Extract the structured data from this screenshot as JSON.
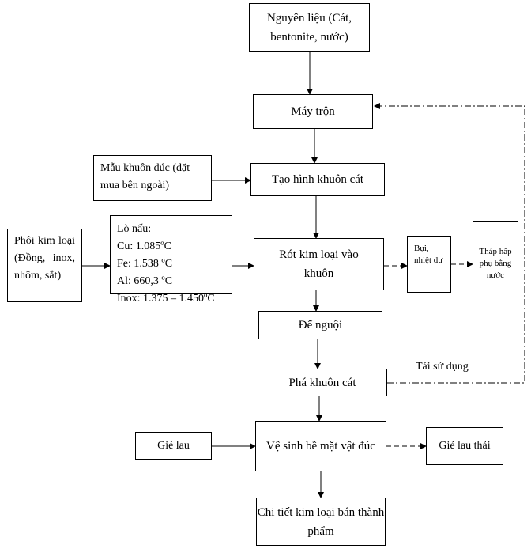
{
  "nodes": {
    "raw": "Nguyên liệu (Cát, bentonite, nước)",
    "mixer": "Máy trộn",
    "mold_sample": "Mẫu khuôn đúc (đặt mua bên ngoài)",
    "shaping": "Tạo hình khuôn cát",
    "billet": "Phôi kim loại (Đồng, inox, nhôm, sắt)",
    "furnace": {
      "title": "Lò nấu:",
      "lines": [
        "Cu: 1.085ºC",
        "Fe: 1.538 ºC",
        "Al: 660,3 ºC",
        "Inox: 1.375 – 1.450ºC"
      ]
    },
    "pour": "Rót kim loại vào khuôn",
    "dust": "Bụi, nhiệt dư",
    "scrubber": "Tháp hấp phụ bằng nước",
    "cool": "Để nguội",
    "break": "Phá khuôn cát",
    "rag": "Giẻ lau",
    "clean": "Vệ sinh bề mặt vật đúc",
    "waste_rag": "Giẻ lau thải",
    "product": "Chi tiết kim loại bán thành phẩm"
  },
  "labels": {
    "reuse": "Tái sử dụng"
  },
  "colors": {
    "line": "#000000",
    "background": "#ffffff"
  }
}
